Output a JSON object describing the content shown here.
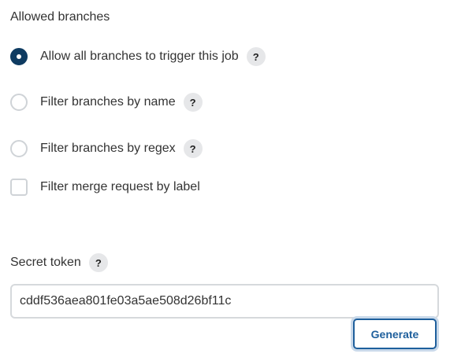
{
  "allowed_branches": {
    "label": "Allowed branches",
    "options": [
      {
        "type": "radio",
        "label": "Allow all branches to trigger this job",
        "checked": true,
        "help": "?"
      },
      {
        "type": "radio",
        "label": "Filter branches by name",
        "checked": false,
        "help": "?"
      },
      {
        "type": "radio",
        "label": "Filter branches by regex",
        "checked": false,
        "help": "?"
      },
      {
        "type": "checkbox",
        "label": "Filter merge request by label",
        "checked": false
      }
    ]
  },
  "secret_token": {
    "label": "Secret token",
    "help": "?",
    "value": "cddf536aea801fe03a5ae508d26bf11c"
  },
  "generate_button": {
    "label": "Generate"
  },
  "colors": {
    "radio_checked": "#0e3b61",
    "button_accent": "#1e5f9c",
    "help_bg": "#e6e7e9"
  }
}
